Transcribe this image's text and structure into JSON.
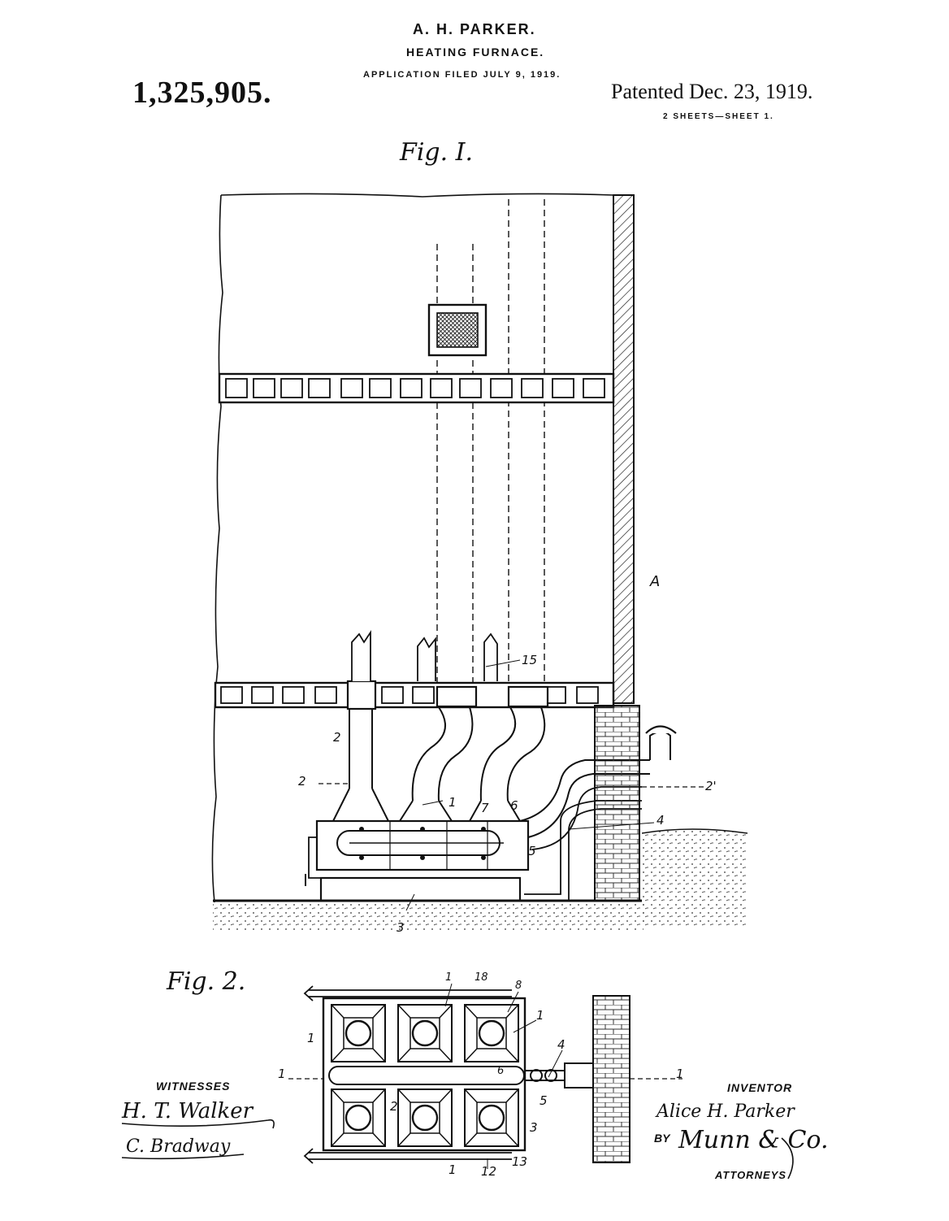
{
  "header": {
    "inventor": "A. H. PARKER.",
    "title": "HEATING FURNACE.",
    "filed": "APPLICATION FILED JULY 9, 1919.",
    "patent_number": "1,325,905.",
    "patented": "Patented Dec. 23, 1919.",
    "sheets": "2 SHEETS—SHEET 1."
  },
  "figures": {
    "fig1_label": "Fig. I.",
    "fig2_label": "Fig. 2.",
    "fig1_refs": {
      "A": "A",
      "ref15": "15",
      "ref2a": "2",
      "ref2b": "2",
      "ref2prime": "2'",
      "ref1": "1",
      "ref7": "7",
      "ref6": "6",
      "ref5": "5",
      "ref4": "4",
      "ref3": "3"
    },
    "fig2_refs": {
      "ref18": "18",
      "ref8": "8",
      "ref1a": "1",
      "ref1b": "1",
      "ref1c": "1",
      "ref4": "4",
      "ref5": "5",
      "ref6": "6",
      "ref2": "2",
      "ref3": "3",
      "ref1d": "1",
      "ref12": "12",
      "ref13": "13",
      "section_left": "1",
      "section_right": "1"
    }
  },
  "signatures": {
    "witnesses_label": "WITNESSES",
    "witness1": "H. T. Walker",
    "witness2": "C. Bradway",
    "inventor_label": "INVENTOR",
    "inventor_name": "Alice H. Parker",
    "by": "BY",
    "attorney": "Munn & Co.",
    "attorneys_label": "ATTORNEYS"
  }
}
